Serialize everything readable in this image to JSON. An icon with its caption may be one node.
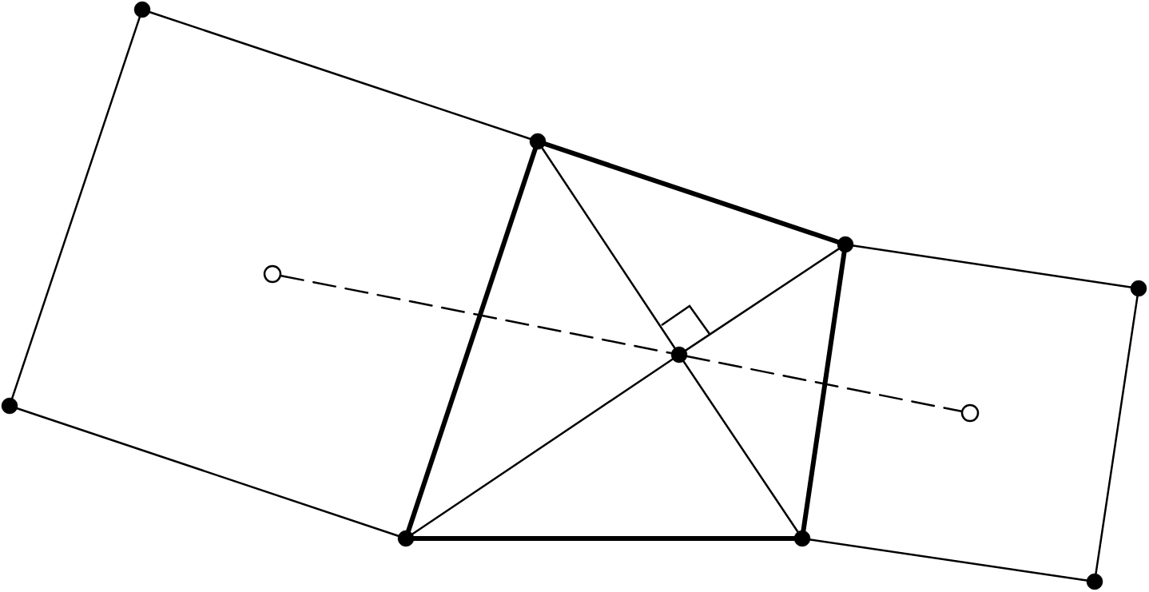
{
  "diagram": {
    "nodes": [
      {
        "text": [],
        "shape": "dot"
      },
      {
        "text": [],
        "shape": "dot"
      },
      {
        "text": [],
        "shape": "dot"
      },
      {
        "text": [],
        "shape": "dot"
      },
      {
        "text": [],
        "shape": "dot"
      },
      {
        "text": [],
        "shape": "circle"
      },
      {
        "text": [],
        "shape": "dot"
      },
      {
        "text": [],
        "shape": "circle"
      },
      {
        "text": [],
        "shape": "dot"
      },
      {
        "text": [],
        "shape": "dot"
      },
      {
        "text": [],
        "shape": "dot"
      }
    ],
    "edges": [
      {
        "from": 0,
        "to": 2,
        "arrow": "none"
      },
      {
        "from": 0,
        "to": 1,
        "arrow": "none"
      },
      {
        "from": 1,
        "to": 8,
        "arrow": "none"
      },
      {
        "from": 2,
        "to": 3,
        "arrow": "none",
        "style": "thick"
      },
      {
        "from": 2,
        "to": 8,
        "arrow": "none",
        "style": "thick"
      },
      {
        "from": 3,
        "to": 9,
        "arrow": "none",
        "style": "thick"
      },
      {
        "from": 8,
        "to": 9,
        "arrow": "none",
        "style": "thick"
      },
      {
        "from": 3,
        "to": 4,
        "arrow": "none"
      },
      {
        "from": 4,
        "to": 10,
        "arrow": "none"
      },
      {
        "from": 9,
        "to": 10,
        "arrow": "none"
      },
      {
        "from": 2,
        "to": 6,
        "arrow": "none"
      },
      {
        "from": 6,
        "to": 9,
        "arrow": "none"
      },
      {
        "from": 8,
        "to": 6,
        "arrow": "none"
      },
      {
        "from": 6,
        "to": 3,
        "arrow": "none"
      },
      {
        "from": 5,
        "to": 6,
        "arrow": "none",
        "style": "dashed"
      },
      {
        "from": 6,
        "to": 7,
        "arrow": "none",
        "style": "dashed"
      }
    ]
  }
}
